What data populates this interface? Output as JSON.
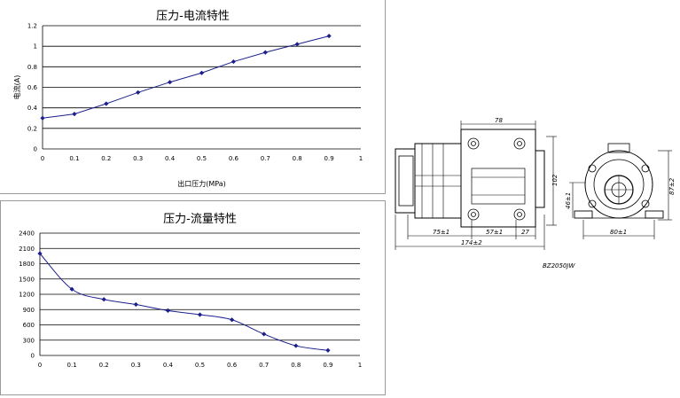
{
  "chart_data": [
    {
      "type": "line",
      "title": "压力-电流特性",
      "xlabel": "出口压力(MPa)",
      "ylabel": "电流(A)",
      "x": [
        0,
        0.1,
        0.2,
        0.3,
        0.4,
        0.5,
        0.6,
        0.7,
        0.8,
        0.9
      ],
      "series": [
        {
          "values": [
            0.3,
            0.34,
            0.44,
            0.55,
            0.65,
            0.74,
            0.85,
            0.94,
            1.02,
            1.1
          ]
        }
      ],
      "xlim": [
        0,
        1
      ],
      "ylim": [
        0,
        1.2
      ],
      "xticks": [
        "0",
        "0.1",
        "0.2",
        "0.3",
        "0.4",
        "0.5",
        "0.6",
        "0.7",
        "0.8",
        "0.9",
        "1"
      ],
      "yticks": [
        "0",
        "0.2",
        "0.4",
        "0.6",
        "0.8",
        "1",
        "1.2"
      ],
      "grid": true,
      "color": "#1b1f8c"
    },
    {
      "type": "line",
      "title": "压力-流量特性",
      "xlabel": "",
      "ylabel": "",
      "x": [
        0,
        0.1,
        0.2,
        0.3,
        0.4,
        0.5,
        0.6,
        0.7,
        0.8,
        0.9
      ],
      "series": [
        {
          "values": [
            2000,
            1300,
            1100,
            1000,
            880,
            800,
            700,
            420,
            190,
            100
          ]
        }
      ],
      "xlim": [
        0,
        1
      ],
      "ylim": [
        0,
        2400
      ],
      "xticks": [
        "0",
        "0.1",
        "0.2",
        "0.3",
        "0.4",
        "0.5",
        "0.6",
        "0.7",
        "0.8",
        "0.9",
        "1"
      ],
      "yticks": [
        "0",
        "300",
        "600",
        "900",
        "1200",
        "1500",
        "1800",
        "2100",
        "2400"
      ],
      "grid": true,
      "color": "#1b1f8c"
    }
  ],
  "drawing": {
    "dim_top": "78",
    "dim_height": "102",
    "dim_left": "75±1",
    "dim_mid": "57±1",
    "dim_right": "27",
    "dim_total": "174±2",
    "dim_side_height": "87±2",
    "dim_side_inner": "46±1",
    "dim_side_width": "80±1",
    "model": "BZ2050JW"
  }
}
